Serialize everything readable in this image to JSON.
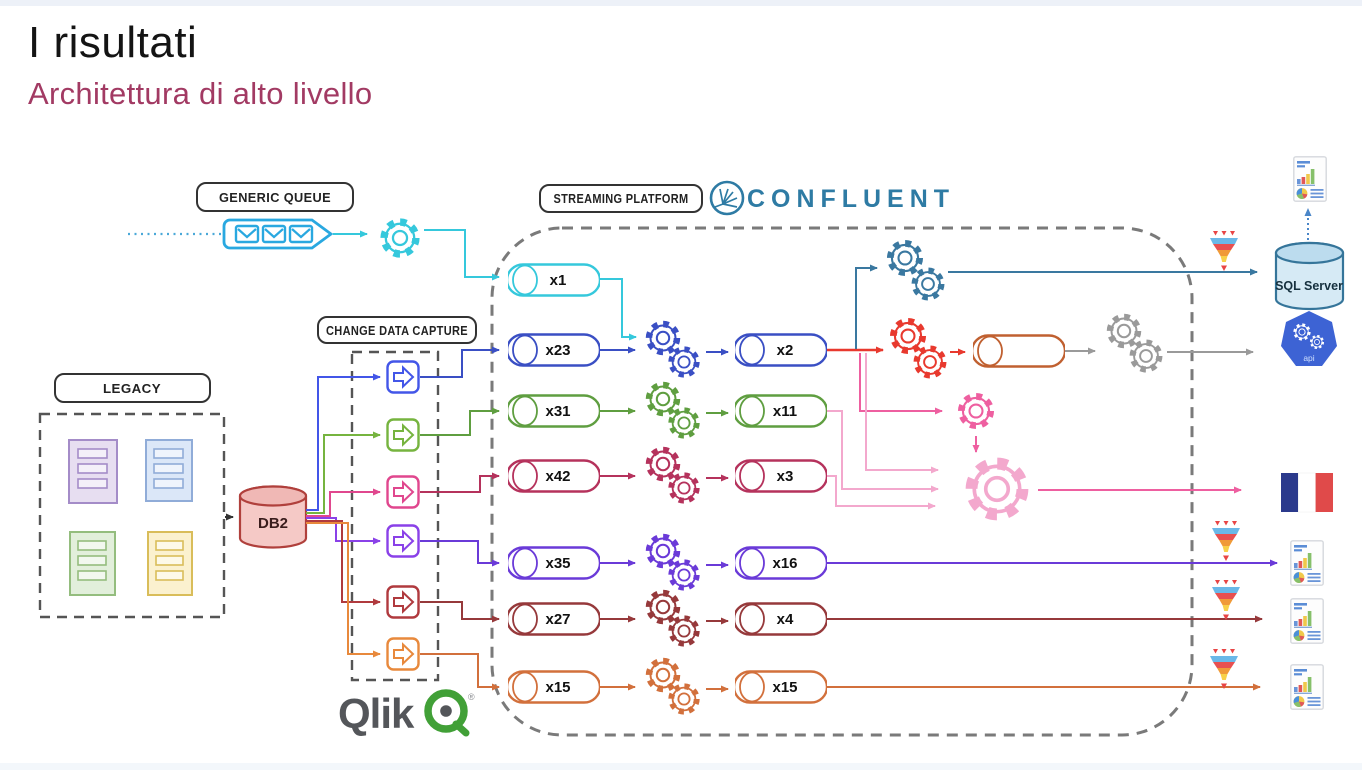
{
  "slide": {
    "title": "I risultati",
    "subtitle": "Architettura di alto livello"
  },
  "labels": {
    "legacy": "LEGACY",
    "generic_queue": "GENERIC QUEUE",
    "change_data_capture": "CHANGE DATA CAPTURE",
    "streaming_platform": "STREAMING PLATFORM",
    "confluent": "CONFLUENT",
    "db2": "DB2",
    "sql_server": "SQL Server",
    "api": "api",
    "qlik": "Qlik",
    "registered": "®"
  },
  "pipelines": [
    {
      "name": "generic-queue-stream",
      "color": "#35c8dc",
      "topic_in": "x1",
      "topic_out": ""
    },
    {
      "name": "cdc-blue",
      "color": "#3a4fc4",
      "topic_in": "x23",
      "topic_out": "x2"
    },
    {
      "name": "cdc-green",
      "color": "#5f9e40",
      "topic_in": "x31",
      "topic_out": "x11"
    },
    {
      "name": "cdc-crimson",
      "color": "#b5325c",
      "topic_in": "x42",
      "topic_out": "x3"
    },
    {
      "name": "cdc-purple",
      "color": "#6a3ad8",
      "topic_in": "x35",
      "topic_out": "x16"
    },
    {
      "name": "cdc-maroon",
      "color": "#96393b",
      "topic_in": "x27",
      "topic_out": "x4"
    },
    {
      "name": "cdc-orange",
      "color": "#d2703c",
      "topic_in": "x15",
      "topic_out": "x15"
    }
  ],
  "colors": {
    "subtitle_accent": "#a23a63",
    "confluent_blue": "#2e7ba4",
    "qlik_green": "#41a037",
    "db2_fill": "#f5c9c6",
    "db2_stroke": "#b0403c",
    "sql_fill": "#d6eaf5",
    "sql_stroke": "#35759a",
    "api_blue": "#3d63d4",
    "flag_blue": "#2b3a8c",
    "flag_red": "#e04a4a",
    "processor_red": "#e8392e",
    "processor_steel": "#3a78a0",
    "processor_gray": "#9a9a9a",
    "router_pink": "#ee5fa0",
    "router_light_pink": "#f3a8cd",
    "queue_blue": "#29a8e0",
    "cdc_box_colors": [
      "#4356e8",
      "#76b43f",
      "#e0478e",
      "#8a41e8",
      "#b03a3e",
      "#e8893c"
    ]
  }
}
